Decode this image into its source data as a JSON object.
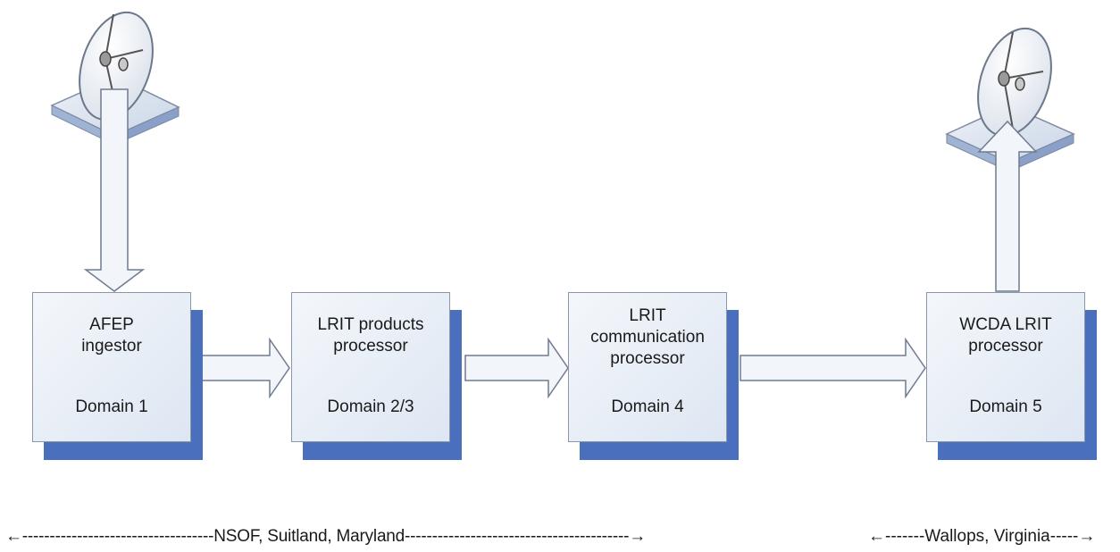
{
  "boxes": [
    {
      "title": "AFEP\ningestor",
      "domain": "Domain 1"
    },
    {
      "title": "LRIT products\nprocessor",
      "domain": "Domain 2/3"
    },
    {
      "title": "LRIT\ncommunication\nprocessor",
      "domain": "Domain 4"
    },
    {
      "title": "WCDA LRIT\nprocessor",
      "domain": "Domain 5"
    }
  ],
  "locations": {
    "nsof": "←-----------------------------------NSOF, Suitland, Maryland-----------------------------------------→",
    "wallops": "←-------Wallops, Virginia-----→"
  },
  "colors": {
    "shadow": "#4a6fbd",
    "box_border": "#8a97ab",
    "arrow_fill": "#f2f5fa",
    "arrow_stroke": "#6f7b8f"
  },
  "icons": [
    "satellite-dish-icon",
    "satellite-dish-icon"
  ]
}
